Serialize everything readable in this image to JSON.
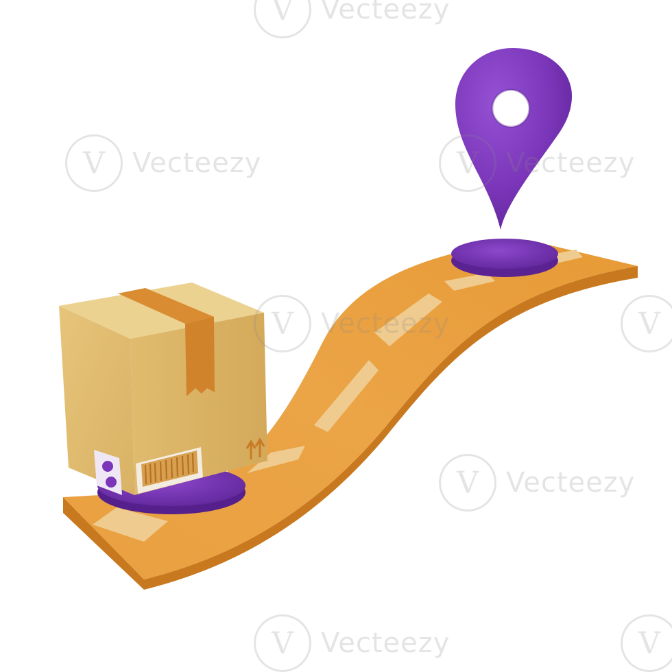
{
  "scene": {
    "subject": "delivery-route",
    "colors": {
      "road": "#e6962f",
      "road_edge": "#c27420",
      "dash": "#efc98a",
      "box": "#e2bd72",
      "box_side": "#d8ae5e",
      "box_top": "#ecd08c",
      "tape": "#d68a30",
      "pin": "#7a35b8",
      "pin_dark": "#5b2392",
      "pad": "#7b36b9"
    },
    "icons": [
      "package-box-icon",
      "barcode-icon",
      "this-way-up-arrows-icon",
      "location-pin-icon"
    ]
  },
  "watermark": {
    "brand": "Vecteezy",
    "logo_glyph": "V"
  }
}
